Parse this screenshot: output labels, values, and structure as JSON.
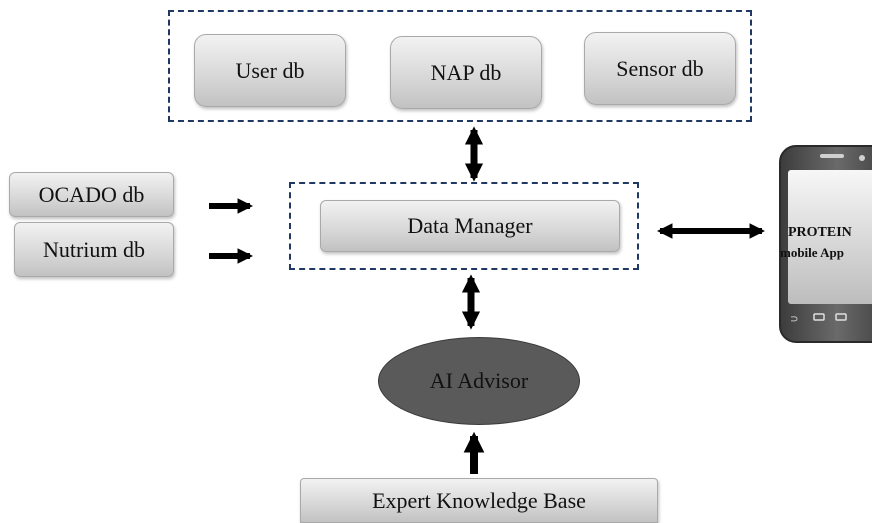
{
  "top_group": {
    "items": [
      "User db",
      "NAP db",
      "Sensor db"
    ]
  },
  "data_manager": {
    "label": "Data Manager"
  },
  "external_sources": [
    "OCADO db",
    "Nutrium db"
  ],
  "ai_advisor": {
    "label": "AI Advisor"
  },
  "knowledge_base": {
    "label": "Expert Knowledge Base"
  },
  "mobile_app": {
    "line1": "PROTEIN",
    "line2": "mobile App"
  },
  "colors": {
    "dashed_border": "#1f3864",
    "box_fill": "#d9d9d9",
    "ellipse_fill": "#5a5a5a",
    "arrow": "#000000",
    "phone_body": "#555555"
  }
}
